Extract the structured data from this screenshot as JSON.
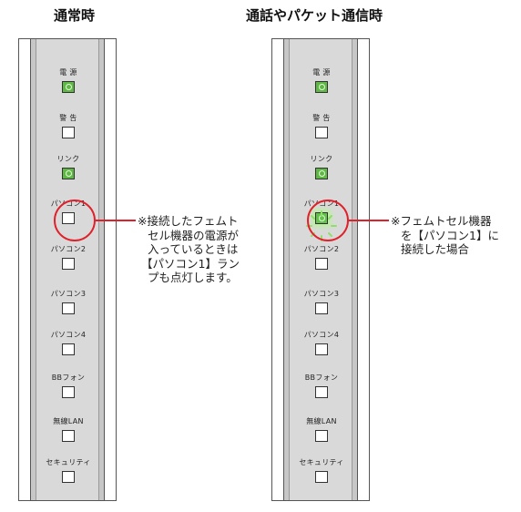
{
  "left": {
    "title": "通常時",
    "leds": [
      {
        "label": "電 源",
        "state": "on"
      },
      {
        "label": "警 告",
        "state": "off"
      },
      {
        "label": "リンク",
        "state": "on"
      },
      {
        "label": "パソコン1",
        "state": "off"
      },
      {
        "label": "パソコン2",
        "state": "off"
      },
      {
        "label": "パソコン3",
        "state": "off"
      },
      {
        "label": "パソコン4",
        "state": "off"
      },
      {
        "label": "BBフォン",
        "state": "off"
      },
      {
        "label": "無線LAN",
        "state": "off"
      },
      {
        "label": "セキュリティ",
        "state": "off"
      }
    ],
    "note_lines": [
      "※接続したフェムト",
      "セル機器の電源が",
      "入っているときは",
      "【パソコン1】ラン",
      "プも点灯します。"
    ]
  },
  "right": {
    "title": "通話やパケット通信時",
    "leds": [
      {
        "label": "電 源",
        "state": "on"
      },
      {
        "label": "警 告",
        "state": "off"
      },
      {
        "label": "リンク",
        "state": "on"
      },
      {
        "label": "パソコン1",
        "state": "blinking"
      },
      {
        "label": "パソコン2",
        "state": "off"
      },
      {
        "label": "パソコン3",
        "state": "off"
      },
      {
        "label": "パソコン4",
        "state": "off"
      },
      {
        "label": "BBフォン",
        "state": "off"
      },
      {
        "label": "無線LAN",
        "state": "off"
      },
      {
        "label": "セキュリティ",
        "state": "off"
      }
    ],
    "note_lines": [
      "※フェムトセル機器",
      "を【パソコン1】に",
      "接続した場合"
    ]
  },
  "colors": {
    "led_green": "#5fb843",
    "callout_red": "#e0202a",
    "panel_gray": "#d9d9d9"
  }
}
